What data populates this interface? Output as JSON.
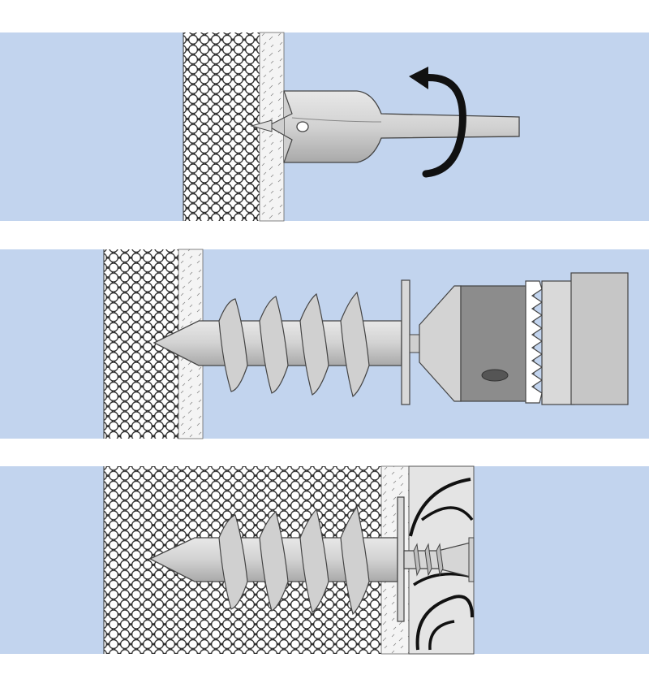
{
  "diagram": {
    "steps": [
      {
        "id": "drill",
        "tool": "flat-spade-drill-bit",
        "motion": "rotate-clockwise"
      },
      {
        "id": "screw-in",
        "tool": "drill-chuck",
        "part": "spiral-anchor-plug"
      },
      {
        "id": "fasten",
        "part": "screw-into-installed-anchor"
      }
    ],
    "colors": {
      "background": "#ffffff",
      "wall_bg": "#c2d4ee",
      "insulation_fill": "#ffffff",
      "insulation_stroke": "#2a2a2a",
      "plaster": "#f2f2f2",
      "metal_light": "#d6d6d6",
      "metal_mid": "#c0c0c0",
      "chuck_dark": "#8c8c8c",
      "chuck_body": "#d4d4d4",
      "outline": "#333333",
      "arrow": "#111111"
    }
  }
}
